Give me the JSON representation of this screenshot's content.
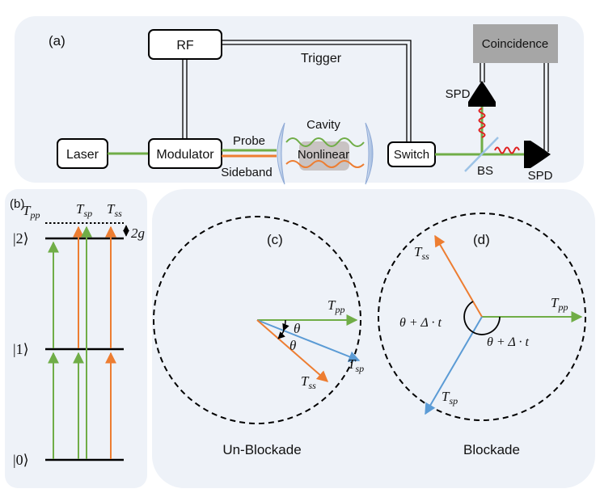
{
  "panel_a": {
    "label": "(a)",
    "rf": "RF",
    "trigger": "Trigger",
    "coincidence": "Coincidence",
    "laser": "Laser",
    "modulator": "Modulator",
    "probe": "Probe",
    "sideband": "Sideband",
    "cavity": "Cavity",
    "nonlinear": "Nonlinear",
    "switch": "Switch",
    "bs": "BS",
    "spd_top": "SPD",
    "spd_right": "SPD"
  },
  "panel_b": {
    "label": "(b)",
    "t_pp": "T",
    "t_pp_sub": "pp",
    "t_sp": "T",
    "t_sp_sub": "sp",
    "t_ss": "T",
    "t_ss_sub": "ss",
    "level_2": "|2⟩",
    "level_1": "|1⟩",
    "level_0": "|0⟩",
    "coupling": "2g"
  },
  "panel_c": {
    "label": "(c)",
    "caption": "Un-Blockade",
    "t_pp": "T",
    "t_pp_sub": "pp",
    "t_sp": "T",
    "t_sp_sub": "sp",
    "t_ss": "T",
    "t_ss_sub": "ss",
    "theta_1": "θ",
    "theta_2": "θ"
  },
  "panel_d": {
    "label": "(d)",
    "caption": "Blockade",
    "t_pp": "T",
    "t_pp_sub": "pp",
    "t_sp": "T",
    "t_sp_sub": "sp",
    "t_ss": "T",
    "t_ss_sub": "ss",
    "angle_left": "θ + Δ · t",
    "angle_right": "θ + Δ · t"
  },
  "colors": {
    "green": "#70ad47",
    "orange": "#ed7d31",
    "blue": "#5b9bd5",
    "panel_bg": "#eef2f8",
    "coincidence_bg": "#a6a6a6",
    "mirror": "#b4c7e7",
    "photon": "#e02020"
  }
}
